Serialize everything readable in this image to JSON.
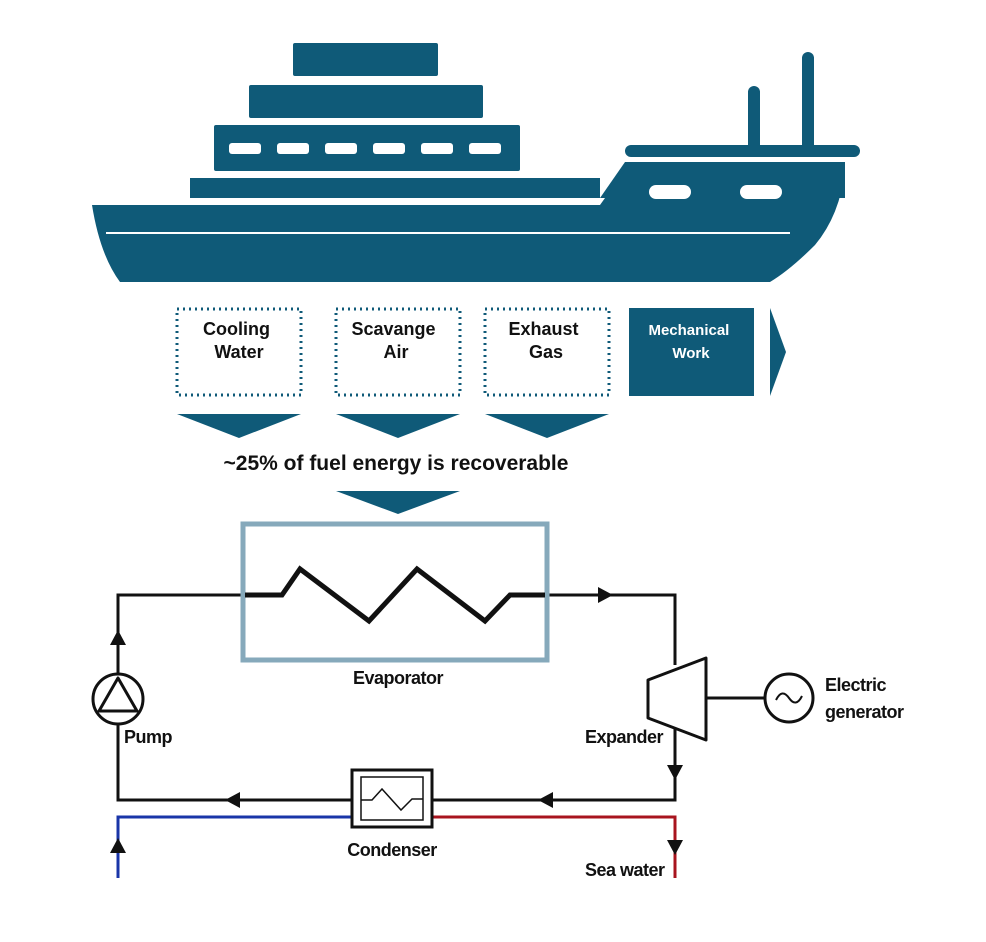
{
  "colors": {
    "ship": "#0f5a78",
    "mechanical_box": "#0f5a78",
    "evaporator_border": "#86a9bb",
    "cycle_line": "#111111",
    "cold_water": "#1a35a8",
    "hot_water": "#a8141e"
  },
  "ship": {
    "icon": "cargo-ship-icon"
  },
  "energy_sources": [
    {
      "line1": "Cooling",
      "line2": "Water",
      "style": "dotted"
    },
    {
      "line1": "Scavange",
      "line2": "Air",
      "style": "dotted"
    },
    {
      "line1": "Exhaust",
      "line2": "Gas",
      "style": "dotted"
    },
    {
      "line1": "Mechanical",
      "line2": "Work",
      "style": "filled"
    }
  ],
  "recoverable_text": "~25% of fuel energy is recoverable",
  "cycle": {
    "evaporator_label": "Evaporator",
    "pump_label": "Pump",
    "expander_label": "Expander",
    "generator_label_line1": "Electric",
    "generator_label_line2": "generator",
    "condenser_label": "Condenser",
    "sea_water_label": "Sea water"
  }
}
